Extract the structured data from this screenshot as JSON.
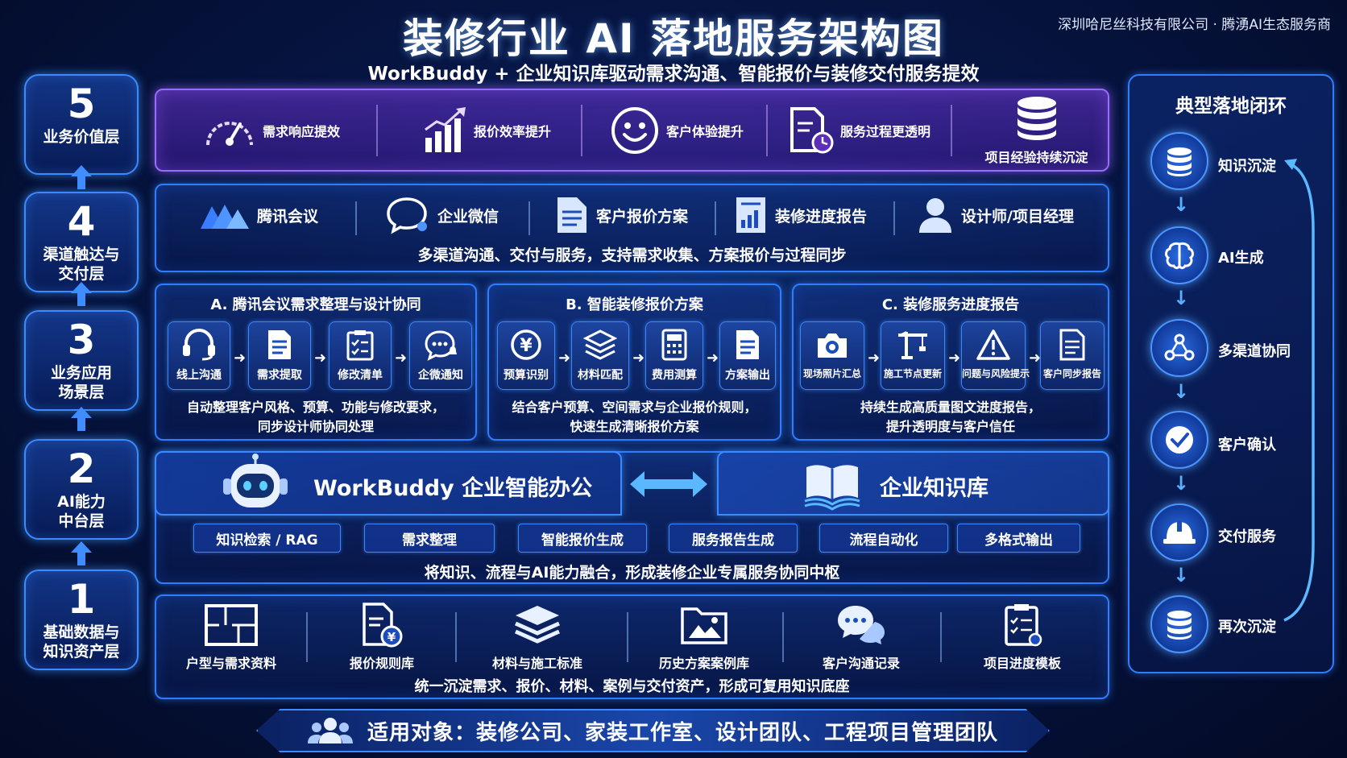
{
  "header": {
    "title": "装修行业 AI 落地服务架构图",
    "subtitle": "WorkBuddy + 企业知识库驱动需求沟通、智能报价与装修交付服务提效",
    "company": "深圳哈尼丝科技有限公司 · 腾湧AI生态服务商"
  },
  "layers": [
    {
      "num": "5",
      "name_lines": [
        "业务价值层"
      ]
    },
    {
      "num": "4",
      "name_lines": [
        "渠道触达与",
        "交付层"
      ]
    },
    {
      "num": "3",
      "name_lines": [
        "业务应用",
        "场景层"
      ]
    },
    {
      "num": "2",
      "name_lines": [
        "AI能力",
        "中台层"
      ]
    },
    {
      "num": "1",
      "name_lines": [
        "基础数据与",
        "知识资产层"
      ]
    }
  ],
  "value_layer": {
    "items": [
      {
        "label": "需求响应提效",
        "icon": "speedometer-icon"
      },
      {
        "label": "报价效率提升",
        "icon": "growth-chart-icon"
      },
      {
        "label": "客户体验提升",
        "icon": "smile-icon"
      },
      {
        "label": "服务过程更透明",
        "icon": "report-clock-icon"
      },
      {
        "label": "项目经验持续沉淀",
        "icon": "database-icon"
      }
    ]
  },
  "channel_layer": {
    "items": [
      {
        "label": "腾讯会议",
        "icon": "tencent-meeting-icon"
      },
      {
        "label": "企业微信",
        "icon": "wecom-icon"
      },
      {
        "label": "客户报价方案",
        "icon": "document-icon"
      },
      {
        "label": "装修进度报告",
        "icon": "progress-report-icon"
      },
      {
        "label": "设计师/项目经理",
        "icon": "person-icon"
      }
    ],
    "caption": "多渠道沟通、交付与服务，支持需求收集、方案报价与过程同步"
  },
  "scenarios": [
    {
      "title": "A. 腾讯会议需求整理与设计协同",
      "steps": [
        "线上沟通",
        "需求提取",
        "修改清单",
        "企微通知"
      ],
      "desc_lines": [
        "自动整理客户风格、预算、功能与修改要求，",
        "同步设计师协同处理"
      ]
    },
    {
      "title": "B. 智能装修报价方案",
      "steps": [
        "预算识别",
        "材料匹配",
        "费用测算",
        "方案输出"
      ],
      "desc_lines": [
        "结合客户预算、空间需求与企业报价规则，",
        "快速生成清晰报价方案"
      ]
    },
    {
      "title": "C. 装修服务进度报告",
      "steps": [
        "现场照片汇总",
        "施工节点更新",
        "问题与风险提示",
        "客户同步报告"
      ],
      "desc_lines": [
        "持续生成高质量图文进度报告，",
        "提升透明度与客户信任"
      ]
    }
  ],
  "ai_layer": {
    "workbuddy": "WorkBuddy 企业智能办公",
    "knowledge_base": "企业知识库",
    "chips": [
      "知识检索 / RAG",
      "需求整理",
      "智能报价生成",
      "服务报告生成",
      "流程自动化",
      "多格式输出"
    ],
    "caption": "将知识、流程与AI能力融合，形成装修企业专属服务协同中枢"
  },
  "base_layer": {
    "items": [
      {
        "label": "户型与需求资料",
        "icon": "floorplan-icon"
      },
      {
        "label": "报价规则库",
        "icon": "price-doc-icon"
      },
      {
        "label": "材料与施工标准",
        "icon": "layers-icon"
      },
      {
        "label": "历史方案案例库",
        "icon": "folder-image-icon"
      },
      {
        "label": "客户沟通记录",
        "icon": "chat-icon"
      },
      {
        "label": "项目进度模板",
        "icon": "clipboard-icon"
      }
    ],
    "caption": "统一沉淀需求、报价、材料、案例与交付资产，形成可复用知识底座"
  },
  "audience": {
    "text": "适用对象：装修公司、家装工作室、设计团队、工程项目管理团队"
  },
  "loop": {
    "title": "典型落地闭环",
    "nodes": [
      {
        "label": "知识沉淀",
        "icon": "database-icon"
      },
      {
        "label": "AI生成",
        "icon": "brain-icon"
      },
      {
        "label": "多渠道协同",
        "icon": "network-icon"
      },
      {
        "label": "客户确认",
        "icon": "check-icon"
      },
      {
        "label": "交付服务",
        "icon": "helmet-icon"
      },
      {
        "label": "再次沉淀",
        "icon": "database-icon"
      }
    ]
  },
  "colors": {
    "accent_blue": "#2f7dff",
    "value_purple": "#9a6bff",
    "background": "#061543"
  }
}
